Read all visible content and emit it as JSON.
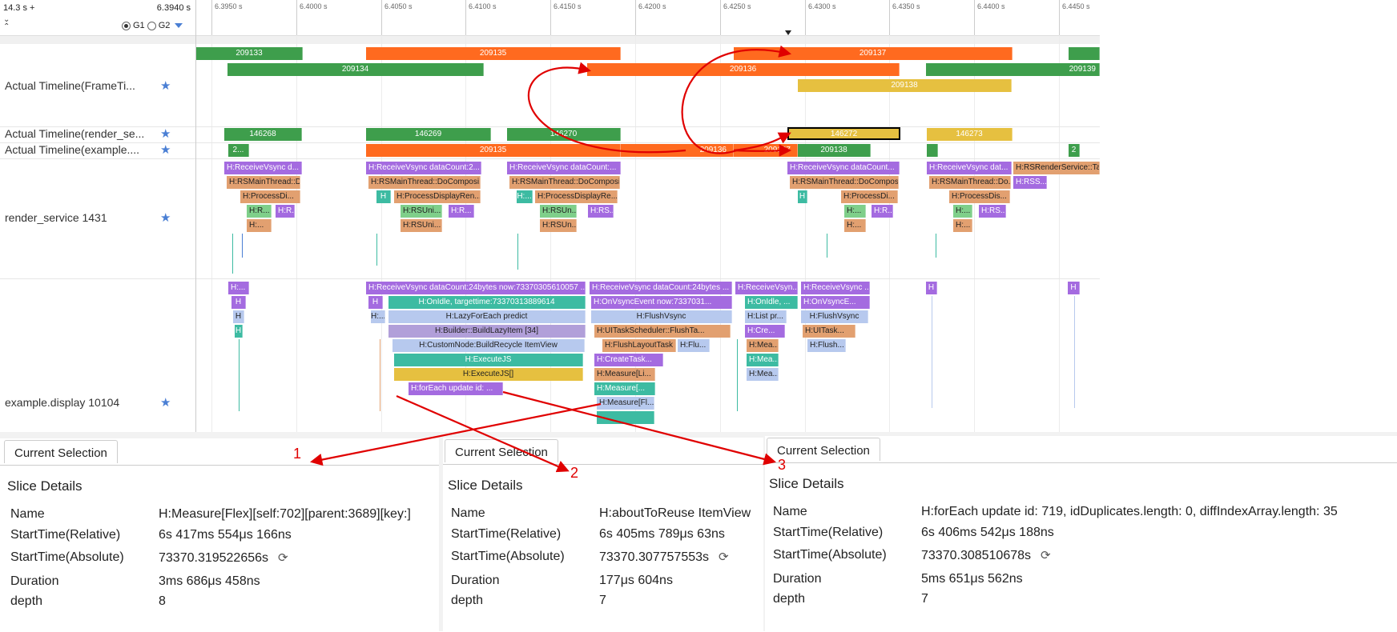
{
  "ruler": {
    "left_label": "14.3 s +",
    "right_label": "6.3940 s",
    "groups": [
      "G1",
      "G2"
    ],
    "ticks": [
      "6.3950 s",
      "6.4000 s",
      "6.4050 s",
      "6.4100 s",
      "6.4150 s",
      "6.4200 s",
      "6.4250 s",
      "6.4300 s",
      "6.4350 s",
      "6.4400 s",
      "6.4450 s"
    ]
  },
  "tracks": {
    "frame_timeline": {
      "label": "Actual Timeline(FrameTi..."
    },
    "render_service_timeline": {
      "label": "Actual Timeline(render_se..."
    },
    "example_timeline": {
      "label": "Actual Timeline(example...."
    },
    "render_service": {
      "label": "render_service 1431"
    },
    "example_display": {
      "label": "example.display 10104"
    }
  },
  "slices": {
    "frame": [
      "209133",
      "209135",
      "209137",
      "209134",
      "209136",
      "209139",
      "209138"
    ],
    "rs": [
      "146268",
      "146269",
      "146270",
      "146272",
      "146273"
    ],
    "ex": [
      "2...",
      "209135",
      "209136",
      "209137",
      "209138",
      "2"
    ],
    "rsthread": [
      "H:ReceiveVsync d...",
      "H:RSMainThread::DoComposi...",
      "H:ProcessDi...",
      "H:R...",
      "H:R...",
      "H:...",
      "H:ReceiveVsync dataCount:2...",
      "H:RSMainThread::DoComposi...",
      "H",
      "H:ProcessDisplayRen...",
      "H:RSUni...",
      "H:R...",
      "H:RSUni...",
      "H:ReceiveVsync dataCount:...",
      "H:RSMainThread::DoComposi...",
      "H:...",
      "H:ProcessDisplayRe...",
      "H:RSUn...",
      "H:RS...",
      "H:RSUn...",
      "H:ReceiveVsync dataCount...",
      "H:RSMainThread::DoComposi...",
      "H",
      "H:ProcessDi...",
      "H:...",
      "H:R...",
      "H:...",
      "H:ReceiveVsync dat...",
      "H:RSMainThread::Do...",
      "H:ProcessDis...",
      "H:...",
      "H:RS...",
      "H:...",
      "H:RSRenderService::Ta...",
      "H:RSS..."
    ],
    "exthread": [
      "H:...",
      "H",
      "H",
      "H",
      "H:ReceiveVsync dataCount:24bytes now:73370305610057 ...",
      "H",
      "H:OnIdle, targettime:73370313889614",
      "H:...",
      "H:LazyForEach predict",
      "H:Builder::BuildLazyItem [34]",
      "H:CustomNode:BuildRecycle ItemView",
      "H:ExecuteJS",
      "H:ExecuteJS[]",
      "H:forEach update id: ...",
      "H:ReceiveVsync dataCount:24bytes ...",
      "H:OnVsyncEvent now:7337031...",
      "H:FlushVsync",
      "H:UITaskScheduler::FlushTa...",
      "H:FlushLayoutTask",
      "H:Flu...",
      "H:CreateTask...",
      "H:Measure[Li...",
      "H:Measure[...",
      "H:Measure[Fl...",
      "H:ReceiveVsyn...",
      "H:OnIdle, ...",
      "H:List pr...",
      "H:Cre...",
      "H:Mea...",
      "H:Mea...",
      "H:Mea...",
      "H:ReceiveVsync ...",
      "H:OnVsyncE...",
      "H:FlushVsync",
      "H:UITask...",
      "H:Flush...",
      "H",
      "H"
    ]
  },
  "panels": [
    {
      "number": "1",
      "tab": "Current Selection",
      "title": "Slice Details",
      "rows": [
        {
          "key": "Name",
          "value": "H:Measure[Flex][self:702][parent:3689][key:]"
        },
        {
          "key": "StartTime(Relative)",
          "value": "6s 417ms 554μs 166ns"
        },
        {
          "key": "StartTime(Absolute)",
          "value": "73370.319522656s"
        },
        {
          "key": "Duration",
          "value": "3ms 686μs 458ns"
        },
        {
          "key": "depth",
          "value": "8"
        }
      ]
    },
    {
      "number": "2",
      "tab": "Current Selection",
      "title": "Slice Details",
      "rows": [
        {
          "key": "Name",
          "value": "H:aboutToReuse ItemView"
        },
        {
          "key": "StartTime(Relative)",
          "value": "6s 405ms 789μs 63ns"
        },
        {
          "key": "StartTime(Absolute)",
          "value": "73370.307757553s"
        },
        {
          "key": "Duration",
          "value": "177μs 604ns"
        },
        {
          "key": "depth",
          "value": "7"
        }
      ]
    },
    {
      "number": "3",
      "tab": "Current Selection",
      "title": "Slice Details",
      "rows": [
        {
          "key": "Name",
          "value": "H:forEach update id: 719, idDuplicates.length: 0, diffIndexArray.length: 35"
        },
        {
          "key": "StartTime(Relative)",
          "value": "6s 406ms 542μs 188ns"
        },
        {
          "key": "StartTime(Absolute)",
          "value": "73370.308510678s"
        },
        {
          "key": "Duration",
          "value": "5ms 651μs 562ns"
        },
        {
          "key": "depth",
          "value": "7"
        }
      ]
    }
  ],
  "colors": {
    "green": "#3e9e4c",
    "orange": "#ff6a1f",
    "yellow": "#e6c040",
    "teal": "#3dbba2",
    "purple": "#a46be0",
    "tan": "#e2a070",
    "lightblue": "#b7c9ee",
    "lavender": "#b19fd9",
    "annotation_red": "#e00000",
    "star_blue": "#4a7fd4"
  },
  "icons": {
    "favorite": "star-icon",
    "refresh": "refresh-icon",
    "collapse": "chevron-icon"
  }
}
